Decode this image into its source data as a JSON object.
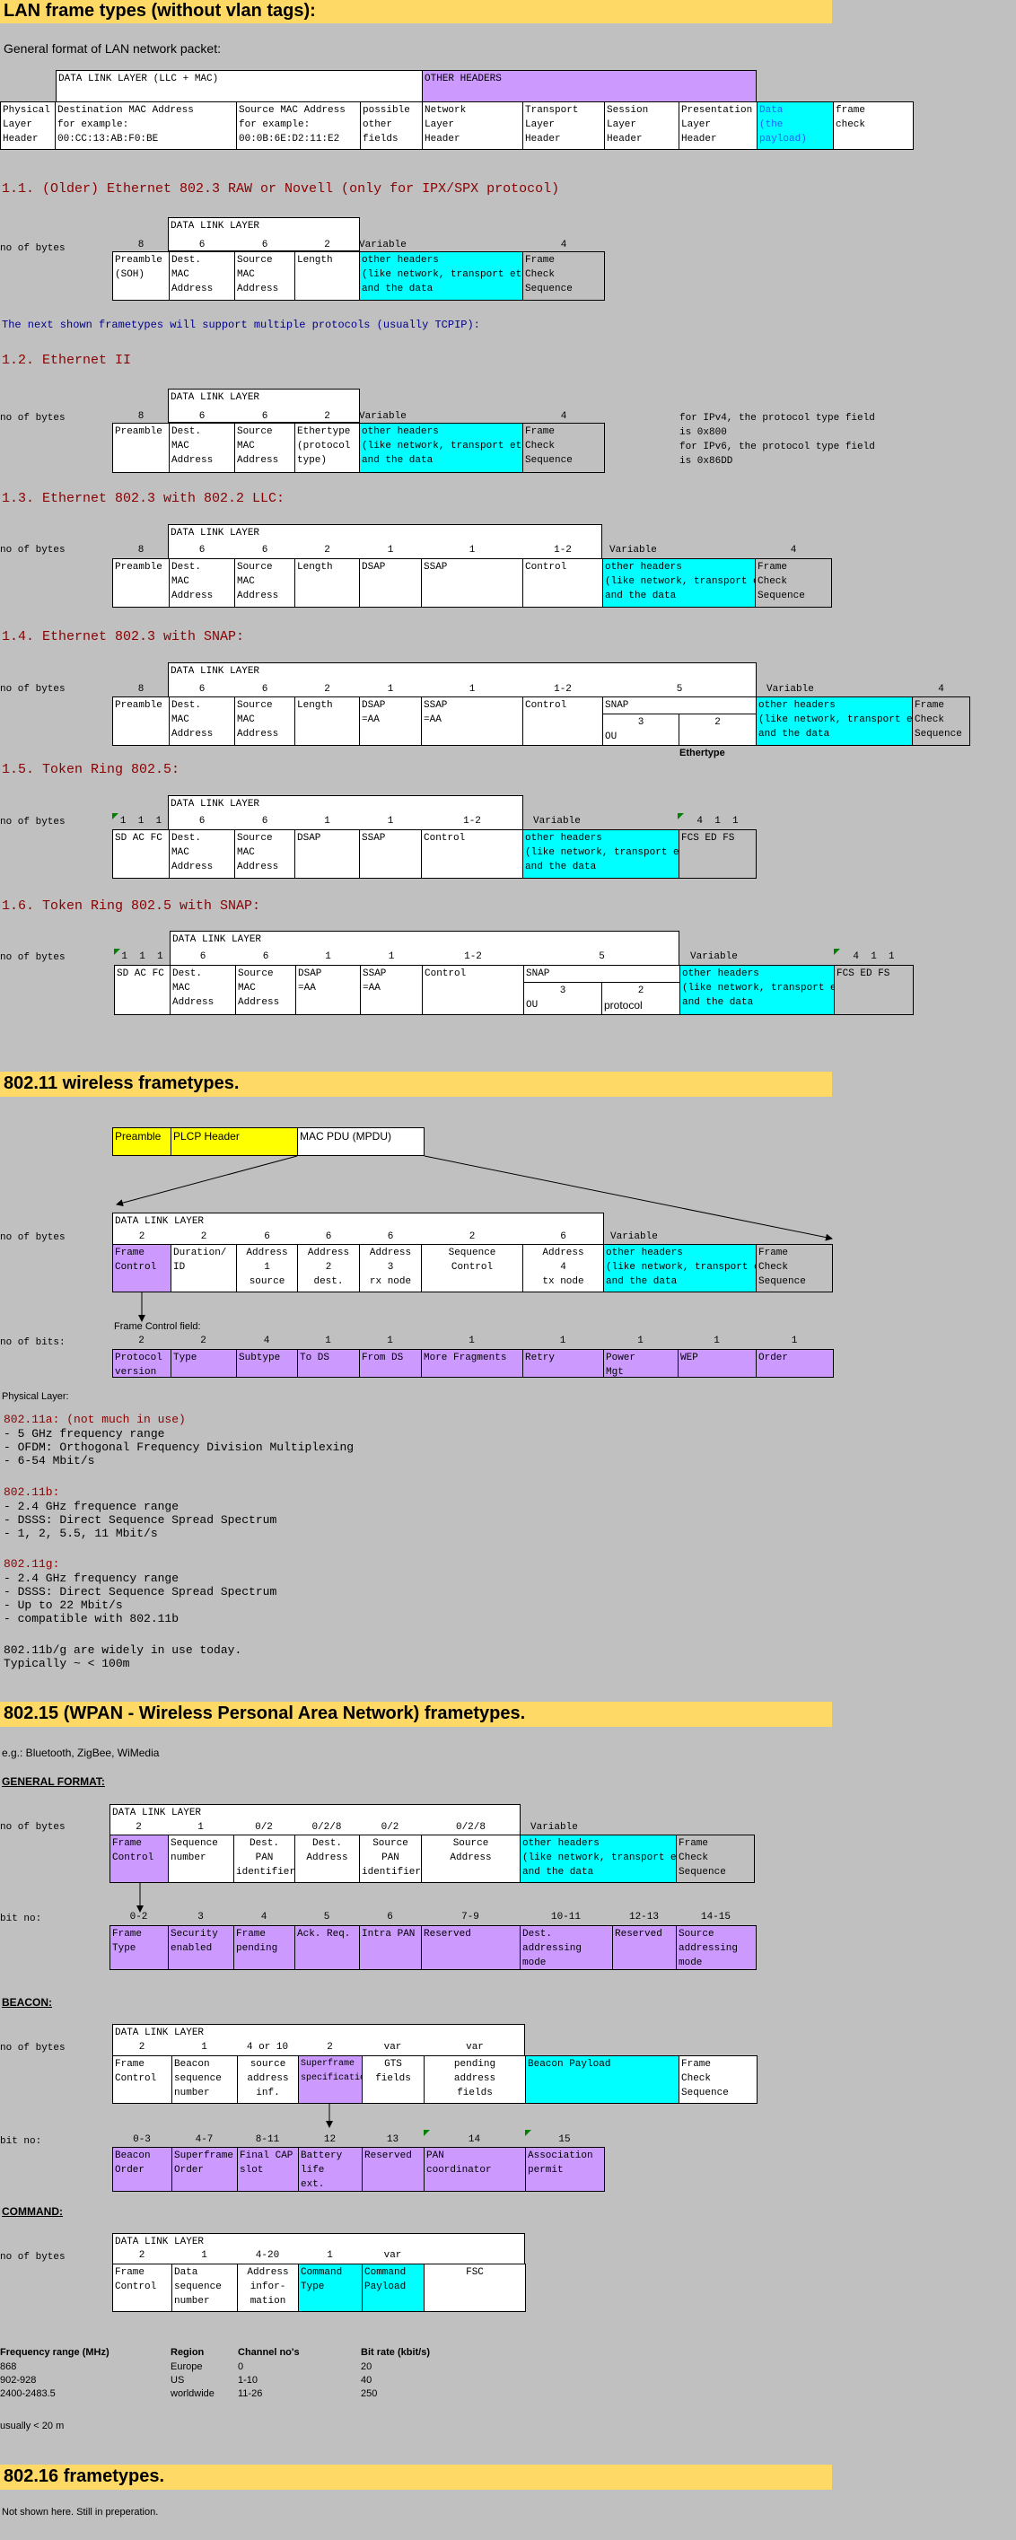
{
  "h_lan": "LAN frame types (without vlan tags):",
  "lan_intro": "General format of LAN network packet:",
  "gen": {
    "dll": "DATA LINK LAYER (LLC + MAC)",
    "oh": "OTHER HEADERS",
    "phys": "Physical\nLayer\nHeader",
    "dst": "Destination MAC Address\nfor example:\n00:CC:13:AB:F0:BE",
    "src": "Source MAC Address\nfor example:\n00:0B:6E:D2:11:E2",
    "poss": "possible\nother\nfields",
    "net": "Network\nLayer\nHeader",
    "tra": "Transport\nLayer\nHeader",
    "ses": "Session\nLayer\nHeader",
    "pre": "Presentation\nLayer\nHeader",
    "data": "Data\n(the\npayload)",
    "fc": "frame\ncheck"
  },
  "common": {
    "nob": "no of bytes",
    "dll": "DATA LINK LAYER",
    "pre": "Preamble",
    "pre_soh": "Preamble\n(SOH)",
    "dst": "Dest.\nMAC\nAddress",
    "src": "Source\nMAC\nAddress",
    "len": "Length",
    "var": "Variable",
    "oh": "other headers\n(like network, transport etc.),\nand the data",
    "fcs": "Frame\nCheck\nSequence",
    "dsap": "DSAP",
    "ssap": "SSAP",
    "ctrl": "Control",
    "dsap_aa": "DSAP\n=AA",
    "ssap_aa": "SSAP\n=AA",
    "snap": "SNAP",
    "ou": "OU",
    "b8": "8",
    "b6": "6",
    "b2": "2",
    "b1": "1",
    "b12": "1-2",
    "b5": "5",
    "b3": "3",
    "b4": "4",
    "b111": "1  1  1",
    "b411": "4  1  1"
  },
  "s11": "1.1. (Older) Ethernet 802.3 RAW or Novell (only for IPX/SPX protocol)",
  "note_multi": "The next shown frametypes will support multiple protocols (usually TCPIP):",
  "s12": "1.2. Ethernet II",
  "ethertype": "Ethertype\n(protocol\ntype)",
  "ipv4": "for IPv4, the protocol type field\nis 0x800",
  "ipv6": "for IPv6, the protocol type field\nis 0x86DD",
  "s13": "1.3. Ethernet 802.3 with 802.2 LLC:",
  "s14": "1.4. Ethernet 802.3 with SNAP:",
  "ethertype_lbl": "Ethertype",
  "s15": "1.5. Token Ring 802.5:",
  "tr_sd": "SD AC FC",
  "tr_fcs": "FCS ED FS",
  "s16": "1.6. Token Ring 802.5 with SNAP:",
  "protocol": "protocol",
  "h_wifi": "802.11 wireless frametypes.",
  "wifi": {
    "preamble": "Preamble",
    "plcp": "PLCP Header",
    "mpdu": "MAC PDU (MPDU)",
    "fc": "Frame\nControl",
    "dur": "Duration/\nID",
    "a1": "Address\n1\nsource",
    "a2": "Address\n2\ndest.",
    "a3": "Address\n3\nrx node",
    "seq": "Sequence\nControl",
    "a4": "Address\n4\ntx node",
    "fcf": "Frame Control field:",
    "nobits": "no of bits:",
    "bits": [
      "2",
      "2",
      "4",
      "1",
      "1",
      "1",
      "1",
      "1",
      "1",
      "1"
    ],
    "fields": [
      "Protocol\nversion",
      "Type",
      "Subtype",
      "To DS",
      "From DS",
      "More Fragments",
      "Retry",
      "Power\nMgt",
      "WEP",
      "Order"
    ]
  },
  "phys_layer": "Physical Layer:",
  "a_t": "802.11a: (not much in use)",
  "a_b": "- 5 GHz frequency range\n- OFDM: Orthogonal Frequency Division Multiplexing\n- 6-54 Mbit/s",
  "b_t": "802.11b:",
  "b_b": "- 2.4 GHz frequence range\n- DSSS: Direct Sequence Spread Spectrum\n- 1, 2, 5.5, 11 Mbit/s",
  "g_t": "802.11g:",
  "g_b": "- 2.4 GHz frequency range\n- DSSS: Direct Sequence Spread Spectrum\n- Up to 22 Mbit/s\n- compatible with 802.11b",
  "bg": "802.11b/g are widely in use today.\nTypically ~ < 100m",
  "h_wpan": "802.15 (WPAN - Wireless Personal Area Network) frametypes.",
  "wpan_eg": "e.g.: Bluetooth, ZigBee, WiMedia",
  "gf": "GENERAL FORMAT:",
  "wp": {
    "fc": "Frame\nControl",
    "sn": "Sequence\nnumber",
    "dpan": "Dest.\nPAN\nidentifier",
    "dadr": "Dest.\nAddress",
    "span": "Source\nPAN\nidentifier",
    "sadr": "Source\nAddress",
    "b21": [
      "2",
      "1",
      "0/2",
      "0/2/8",
      "0/2",
      "0/2/8"
    ],
    "bitno": "bit no:",
    "bits": [
      "0-2",
      "3",
      "4",
      "5",
      "6",
      "7-9",
      "10-11",
      "12-13",
      "14-15"
    ],
    "fields": [
      "Frame\nType",
      "Security\nenabled",
      "Frame\npending",
      "Ack. Req.",
      "Intra PAN",
      "Reserved",
      "Dest.\naddressing\nmode",
      "Reserved",
      "Source\naddressing\nmode"
    ]
  },
  "beacon": "BEACON:",
  "bc": {
    "bs": [
      "2",
      "1",
      "4 or 10",
      "2",
      "var",
      "var"
    ],
    "fc": "Frame\nControl",
    "bsn": "Beacon\nsequence\nnumber",
    "sai": "source\naddress\ninf.",
    "ss": "Superframe\nspecification",
    "gts": "GTS\nfields",
    "paf": "pending\naddress\nfields",
    "bp": "Beacon Payload",
    "bits": [
      "0-3",
      "4-7",
      "8-11",
      "12",
      "13",
      "14",
      "15"
    ],
    "fields": [
      "Beacon\nOrder",
      "Superframe\nOrder",
      "Final CAP\nslot",
      "Battery\nlife\next.",
      "Reserved",
      "PAN\ncoordinator",
      "Association\npermit"
    ]
  },
  "command": "COMMAND:",
  "cmd": {
    "bs": [
      "2",
      "1",
      "4-20",
      "1",
      "var"
    ],
    "fc": "Frame\nControl",
    "dsn": "Data\nsequence\nnumber",
    "ai": "Address\ninfor-\nmation",
    "ct": "Command\nType",
    "cp": "Command\nPayload",
    "fsc": "FSC"
  },
  "freq": {
    "head": [
      "Frequency range (MHz)",
      "Region",
      "Channel no's",
      "Bit rate (kbit/s)"
    ],
    "rows": [
      [
        "868",
        "Europe",
        "0",
        "20"
      ],
      [
        "902-928",
        "US",
        "1-10",
        "40"
      ],
      [
        "2400-2483.5",
        "worldwide",
        "11-26",
        "250"
      ]
    ]
  },
  "range": "usually < 20 m",
  "h_wman": "802.16 frametypes.",
  "wman_note": "Not shown here. Still in preperation."
}
